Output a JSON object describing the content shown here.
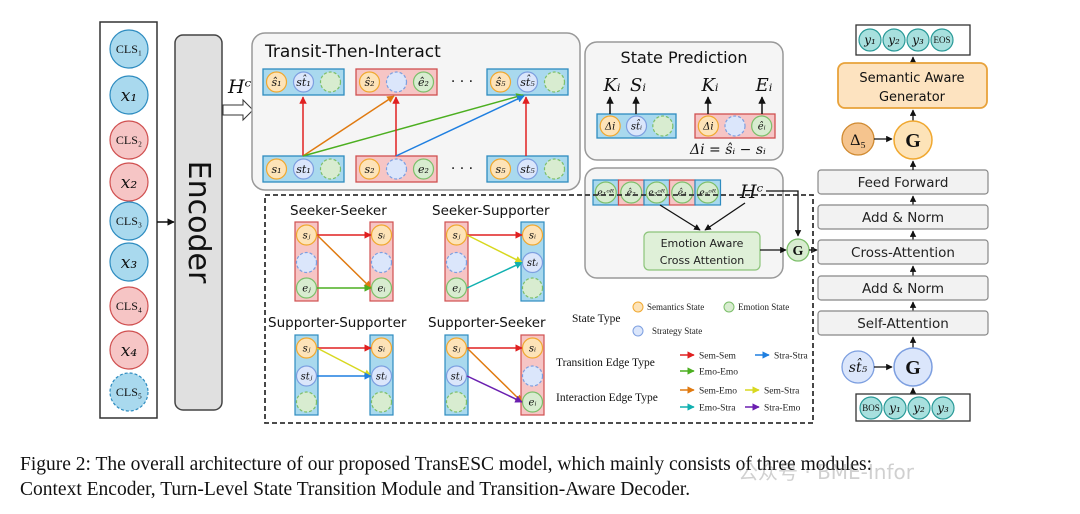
{
  "encoder": {
    "label": "Encoder",
    "inputs": [
      "CLS₁",
      "x₁",
      "CLS₂",
      "x₂",
      "CLS₃",
      "x₃",
      "CLS₄",
      "x₄",
      "CLS₅"
    ]
  },
  "hc_label": "Hᶜ",
  "transit": {
    "title": "Transit-Then-Interact",
    "ellipsis": "· · ·",
    "top": [
      [
        "ŝ₁",
        "st̂₁",
        ""
      ],
      [
        "ŝ₂",
        "",
        "ê₂"
      ],
      [
        "ŝ₅",
        "st̂₅",
        ""
      ]
    ],
    "bottom": [
      [
        "s₁",
        "st₁",
        ""
      ],
      [
        "s₂",
        "",
        "e₂"
      ],
      [
        "s₅",
        "st₅",
        ""
      ]
    ]
  },
  "state_prediction": {
    "title": "State Prediction",
    "left_outputs": [
      "Kᵢ",
      "Sᵢ"
    ],
    "left_nodes": [
      "Δi",
      "st̂ᵢ",
      ""
    ],
    "right_outputs": [
      "Kᵢ",
      "Eᵢ"
    ],
    "right_nodes": [
      "Δi",
      "",
      "êᵢ"
    ],
    "formula": "Δi = ŝᵢ − sᵢ"
  },
  "emotion": {
    "cells": [
      "e₁ᵒᴿ",
      "ê₂",
      "e₃ᵒᴿ",
      "ê₄",
      "e₅ᵒᴿ"
    ],
    "hc_label": "Hᶜ",
    "block_line1": "Emotion Aware",
    "block_line2": "Cross Attention",
    "gate": "G"
  },
  "subgraphs": [
    {
      "title": "Seeker-Seeker",
      "left": [
        "sⱼ",
        "",
        "eⱼ"
      ],
      "right": [
        "sᵢ",
        "",
        "eᵢ"
      ]
    },
    {
      "title": "Seeker-Supporter",
      "left": [
        "sⱼ",
        "",
        "eⱼ"
      ],
      "right": [
        "sᵢ",
        "stᵢ",
        ""
      ]
    },
    {
      "title": "Supporter-Supporter",
      "left": [
        "sⱼ",
        "stⱼ",
        ""
      ],
      "right": [
        "sᵢ",
        "stᵢ",
        ""
      ]
    },
    {
      "title": "Supporter-Seeker",
      "left": [
        "sⱼ",
        "stⱼ",
        ""
      ],
      "right": [
        "sᵢ",
        "",
        "eᵢ"
      ]
    }
  ],
  "legend": {
    "state_type": "State Type",
    "semantics": "Semantics State",
    "emotion": "Emotion State",
    "strategy": "Strategy State",
    "transition_type": "Transition Edge Type",
    "interaction_type": "Interaction Edge Type",
    "edges": {
      "sem_sem": "Sem-Sem",
      "stra_stra": "Stra-Stra",
      "emo_emo": "Emo-Emo",
      "sem_emo": "Sem-Emo",
      "sem_stra": "Sem-Stra",
      "emo_stra": "Emo-Stra",
      "stra_emo": "Stra-Emo"
    }
  },
  "decoder": {
    "outputs": [
      "y₁",
      "y₂",
      "y₃",
      "EOS"
    ],
    "generator_line1": "Semantic Aware",
    "generator_line2": "Generator",
    "delta": "Δ₅",
    "gate": "G",
    "layers": [
      "Feed Forward",
      "Add & Norm",
      "Cross-Attention",
      "Add & Norm",
      "Self-Attention"
    ],
    "strategy_input": "st̂₅",
    "inputs": [
      "BOS",
      "y₁",
      "y₂",
      "y₃"
    ]
  },
  "colors": {
    "seeker": "#f6c5c5",
    "supporter": "#a9d9ee",
    "semantics": "#fde3b8",
    "strategy": "#dbe6fb",
    "emotion": "#d8ecd0",
    "token": "#a8e0de",
    "sem_sem": "#e02020",
    "stra_stra": "#1f7fe0",
    "emo_emo": "#4caf20",
    "sem_emo": "#e07a10",
    "sem_stra": "#d8d820",
    "emo_stra": "#10b0b0",
    "stra_emo": "#6a1fb0"
  },
  "caption": {
    "line1": "Figure 2: The overall architecture of our proposed TransESC model, which mainly consists of three modules:",
    "line2": "Context Encoder, Turn-Level State Transition Module and Transition-Aware Decoder."
  },
  "watermark": "公众号 · BME-Infor"
}
